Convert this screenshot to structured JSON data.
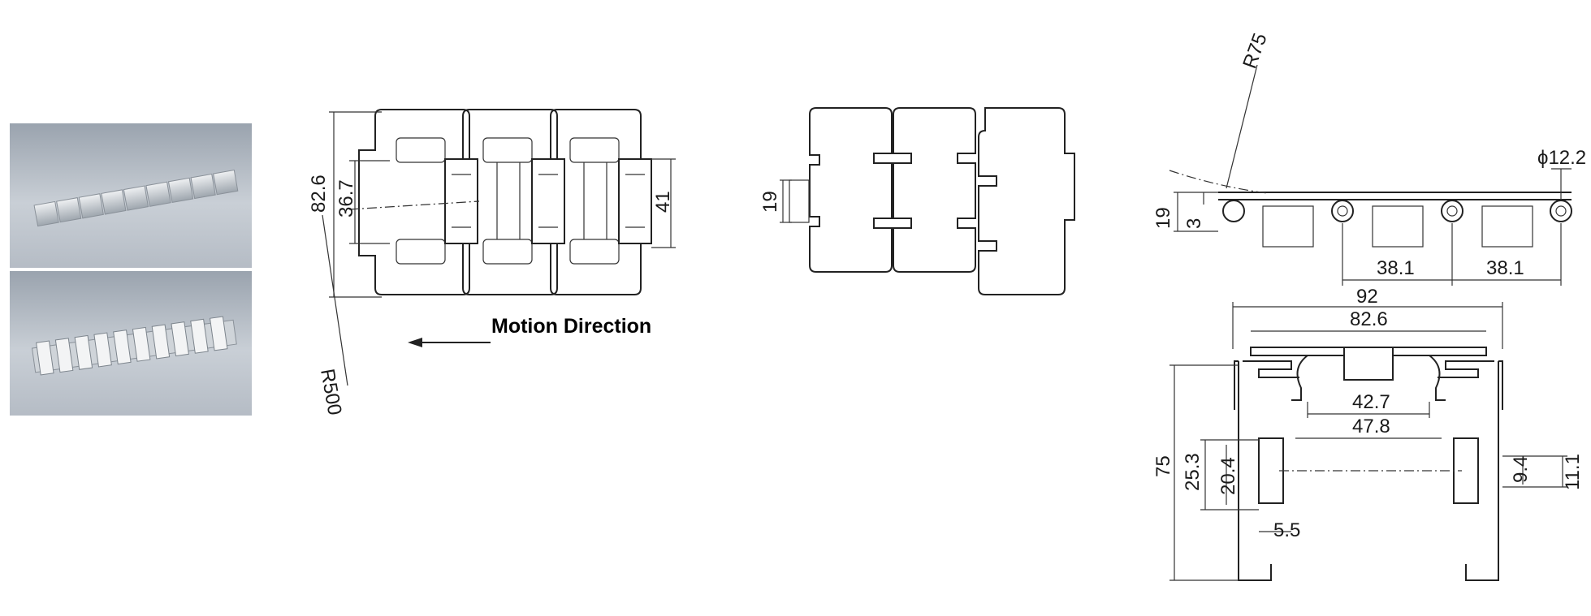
{
  "photos": [
    {
      "name": "chain-photo-straight",
      "alt": ""
    },
    {
      "name": "chain-photo-angled",
      "alt": ""
    }
  ],
  "top_view": {
    "dims": {
      "width_outer": "82.6",
      "width_inner": "36.7",
      "hinge": "41",
      "radius": "R500"
    },
    "motion_label": "Motion Direction"
  },
  "bottom_view": {
    "dims": {
      "tab_height": "19"
    }
  },
  "side_view": {
    "dims": {
      "radius": "R75",
      "pin_dia": "ϕ12.2",
      "height": "19",
      "plate": "3",
      "pitch_1": "38.1",
      "pitch_2": "38.1"
    }
  },
  "section_view": {
    "dims": {
      "overall": "92",
      "plate_width": "82.6",
      "inner_a": "42.7",
      "inner_b": "47.8",
      "height": "75",
      "side_a": "25.3",
      "side_b": "20.4",
      "slot": "5.5",
      "right_a": "9.4",
      "right_b": "11.1"
    }
  }
}
